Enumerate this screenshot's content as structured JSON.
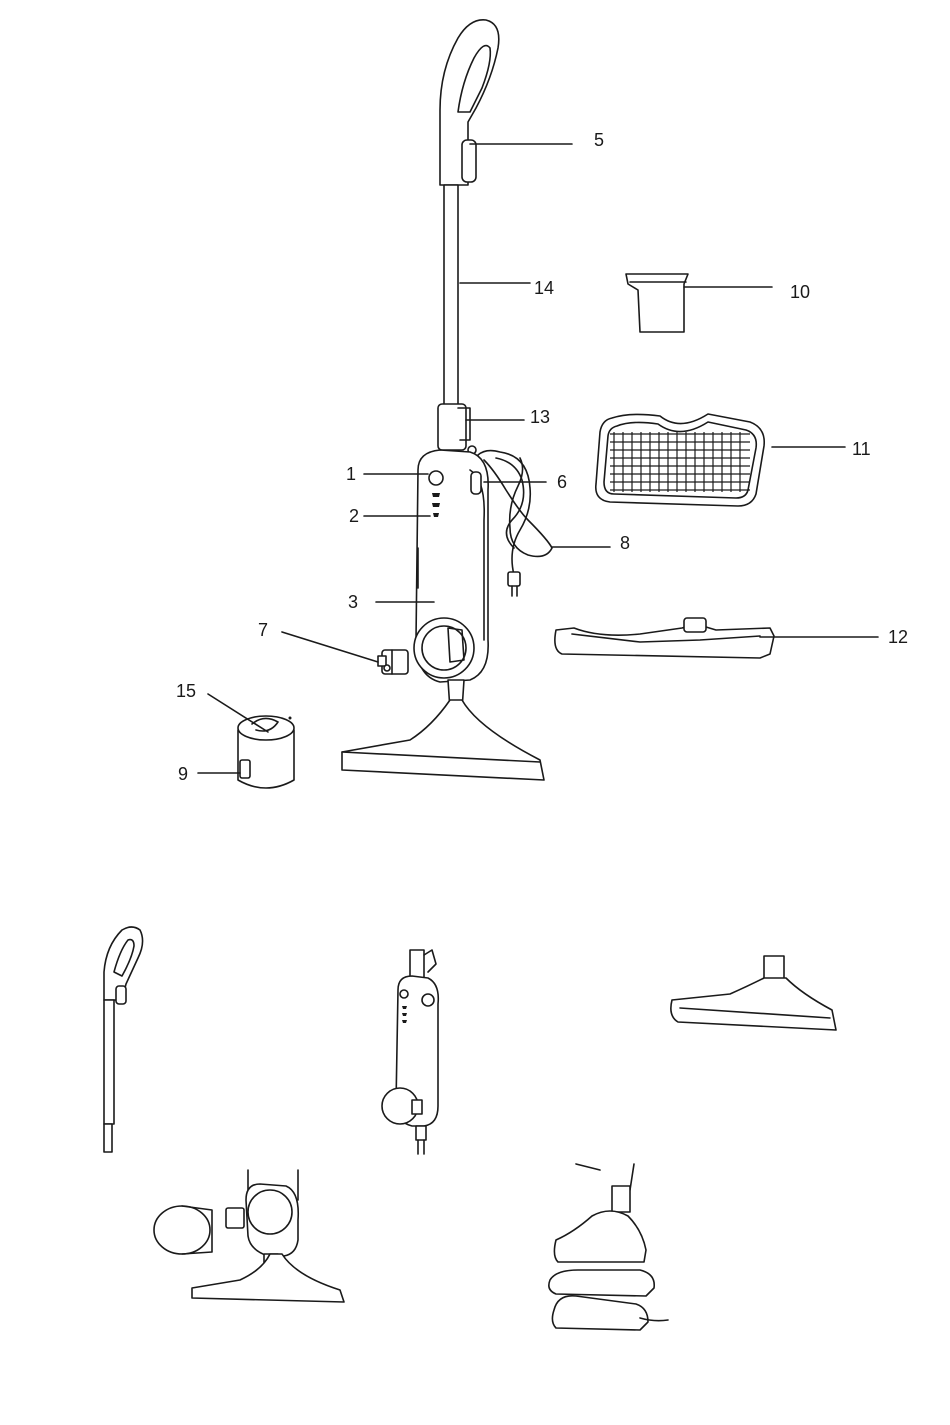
{
  "callouts": {
    "c1": "1",
    "c2": "2",
    "c3": "3",
    "c5": "5",
    "c6": "6",
    "c7": "7",
    "c8": "8",
    "c9": "9",
    "c10": "10",
    "c11": "11",
    "c12": "12",
    "c13": "13",
    "c14": "14",
    "c15": "15"
  },
  "colors": {
    "line": "#1a1a1a",
    "background": "#ffffff"
  }
}
